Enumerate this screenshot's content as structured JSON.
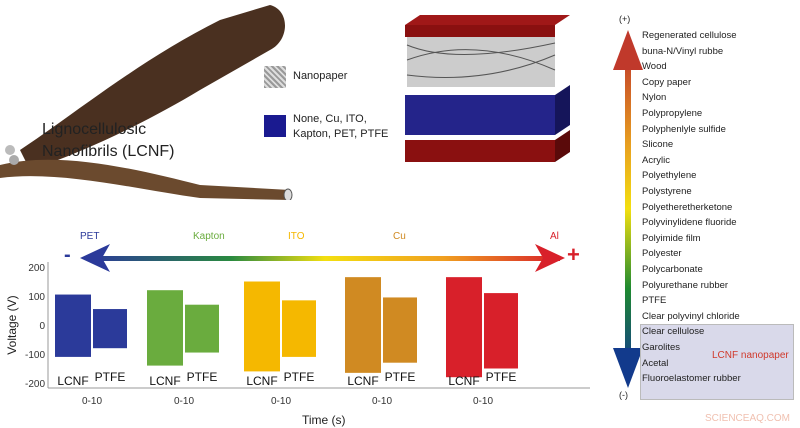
{
  "fiber": {
    "title_line1": "Lignocellulosic",
    "title_line2": "Nanofibrils (LCNF)"
  },
  "legend": {
    "nanopaper": "Nanopaper",
    "electrodes_line1": "None, Cu, ITO,",
    "electrodes_line2": "Kapton, PET, PTFE"
  },
  "series": {
    "plus": "(+)",
    "minus": "(-)",
    "items": [
      "Regenerated cellulose",
      "buna-N/Vinyl rubbe",
      "Wood",
      "Copy paper",
      "Nylon",
      "Polypropylene",
      "Polyphenlyle sulfide",
      "Slicone",
      "Acrylic",
      "Polyethylene",
      "Polystyrene",
      "Polyetheretherketone",
      "Polyvinylidene fluoride",
      "Polyimide film",
      "Polyester",
      "Polycarbonate",
      "Polyurethane rubber",
      "PTFE",
      "Clear polyvinyl chloride",
      "Clear cellulose",
      "Garolites",
      "Acetal",
      "Fluoroelastomer rubber"
    ],
    "highlight": "LCNF nanopaper"
  },
  "scale": {
    "minus": "-",
    "plus": "+",
    "materials": [
      "PET",
      "Kapton",
      "ITO",
      "Cu",
      "Al"
    ],
    "colors": [
      "#2b3a9a",
      "#6aac3e",
      "#f5b800",
      "#d08a22",
      "#d8202a"
    ]
  },
  "chart_data": {
    "type": "bar",
    "ylabel": "Voltage (V)",
    "xlabel": "Time (s)",
    "ylim": [
      -200,
      200
    ],
    "yticks": [
      "200",
      "100",
      "0",
      "-100",
      "-200"
    ],
    "xtick_label": "0-10",
    "groups": [
      {
        "material": "PET",
        "bars": [
          {
            "name": "LCNF",
            "max": 105,
            "min": -110
          },
          {
            "name": "PTFE",
            "max": 55,
            "min": -80
          }
        ]
      },
      {
        "material": "Kapton",
        "bars": [
          {
            "name": "LCNF",
            "max": 120,
            "min": -140
          },
          {
            "name": "PTFE",
            "max": 70,
            "min": -95
          }
        ]
      },
      {
        "material": "ITO",
        "bars": [
          {
            "name": "LCNF",
            "max": 150,
            "min": -160
          },
          {
            "name": "PTFE",
            "max": 85,
            "min": -110
          }
        ]
      },
      {
        "material": "Cu",
        "bars": [
          {
            "name": "LCNF",
            "max": 165,
            "min": -165
          },
          {
            "name": "PTFE",
            "max": 95,
            "min": -130
          }
        ]
      },
      {
        "material": "Al",
        "bars": [
          {
            "name": "LCNF",
            "max": 165,
            "min": -180
          },
          {
            "name": "PTFE",
            "max": 110,
            "min": -150
          }
        ]
      }
    ]
  },
  "watermark": "SCIENCEAQ.COM"
}
